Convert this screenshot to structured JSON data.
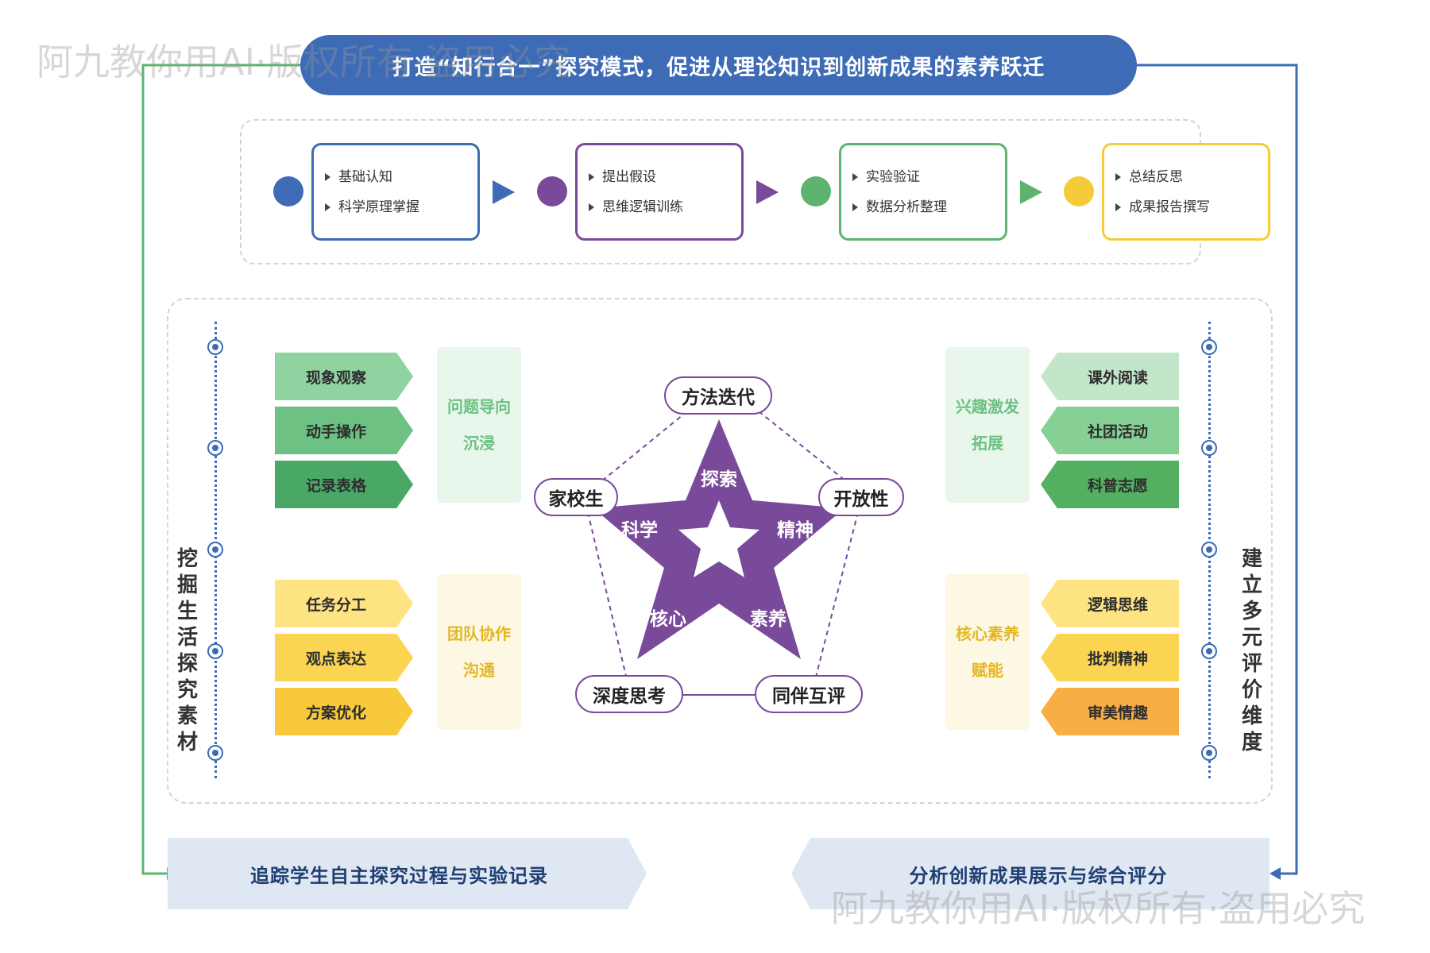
{
  "title": "打造“知行合一”探究模式，促进从理论知识到创新成果的素养跃迁",
  "flow": [
    {
      "items": [
        "基础认知",
        "科学原理掌握"
      ],
      "color": "#3d6bb5"
    },
    {
      "items": [
        "提出假设",
        "思维逻辑训练"
      ],
      "color": "#7a4a9a"
    },
    {
      "items": [
        "实验验证",
        "数据分析整理"
      ],
      "color": "#5cb46e"
    },
    {
      "items": [
        "总结反思",
        "成果报告撰写"
      ],
      "color": "#f5cb3a"
    }
  ],
  "left_label": "挖掘生活探究素材",
  "right_label": "建立多元评价维度",
  "left_groups": [
    {
      "tags": [
        "现象观察",
        "动手操作",
        "记录表格"
      ],
      "panel": [
        "问题导向",
        "沉浸"
      ],
      "tag_colors": [
        "#8fd3a0",
        "#6cc183",
        "#4aa866"
      ],
      "panel_bg": "#e9f6ec",
      "panel_color": "#6cc183"
    },
    {
      "tags": [
        "任务分工",
        "观点表达",
        "方案优化"
      ],
      "panel": [
        "团队协作",
        "沟通"
      ],
      "tag_colors": [
        "#fde382",
        "#fbd452",
        "#f9c93c"
      ],
      "panel_bg": "#fdf8e4",
      "panel_color": "#e5b623"
    }
  ],
  "right_groups": [
    {
      "tags": [
        "课外阅读",
        "社团活动",
        "科普志愿"
      ],
      "panel": [
        "兴趣激发",
        "拓展"
      ],
      "tag_colors": [
        "#c3e6cb",
        "#86cf95",
        "#52b060"
      ],
      "panel_bg": "#e9f6ec",
      "panel_color": "#6cc183"
    },
    {
      "tags": [
        "逻辑思维",
        "批判精神",
        "审美情趣"
      ],
      "panel": [
        "核心素养",
        "赋能"
      ],
      "tag_colors": [
        "#fde382",
        "#fbd452",
        "#f8ad45"
      ],
      "panel_bg": "#fdf8e4",
      "panel_color": "#e5b623"
    }
  ],
  "pentagon": [
    "方法迭代",
    "开放性",
    "同伴互评",
    "深度思考",
    "家校生"
  ],
  "star_words": [
    "探索",
    "精神",
    "素养",
    "核心",
    "科学"
  ],
  "star_color": "#7a4a9a",
  "bottom_left": "追踪学生自主探究过程与实验记录",
  "bottom_right": "分析创新成果展示与综合评分",
  "watermark": "阿九教你用AI·版权所有·盗用必究",
  "colors": {
    "blue": "#3d6bb5",
    "purple": "#7a4a9a",
    "green": "#5cb46e",
    "yellow": "#f5cb3a"
  }
}
